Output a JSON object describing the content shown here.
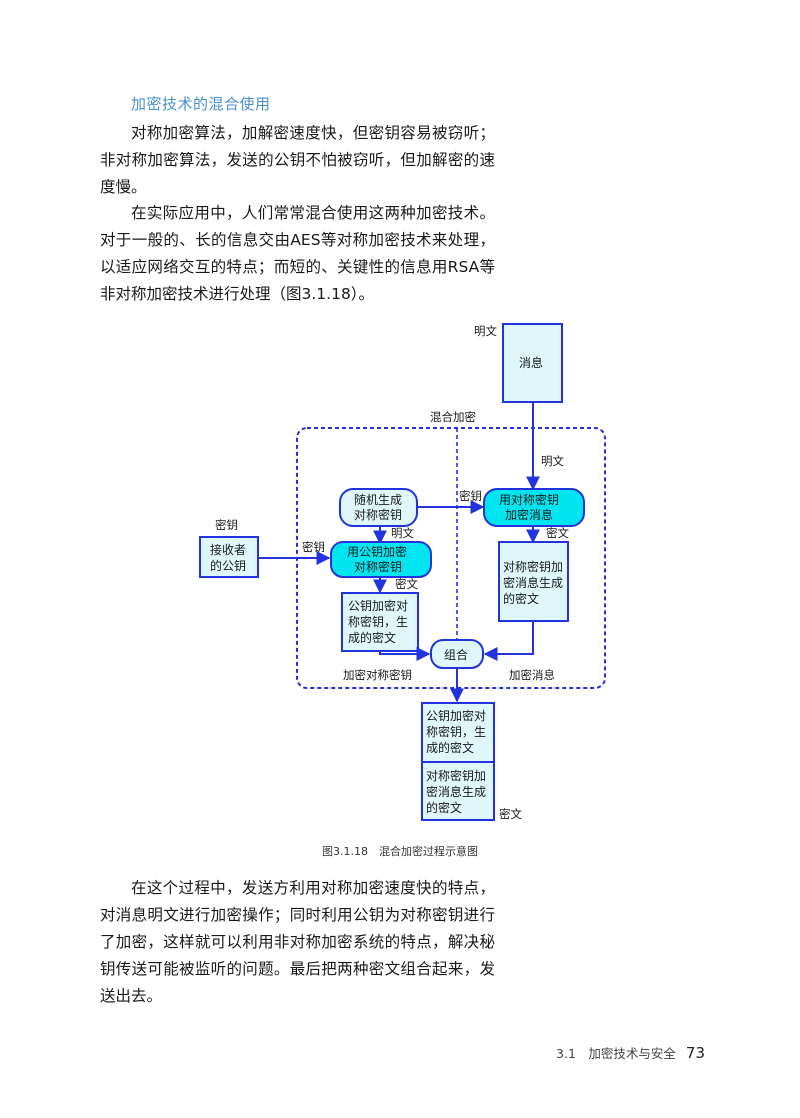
{
  "section": {
    "heading": "加密技术的混合使用"
  },
  "paragraphs": {
    "p1": "对称加密算法，加解密速度快，但密钥容易被窃听；非对称加密算法，发送的公钥不怕被窃听，但加解密的速度慢。",
    "p2": "在实际应用中，人们常常混合使用这两种加密技术。对于一般的、长的信息交由AES等对称加密技术来处理，以适应网络交互的特点；而短的、关键性的信息用RSA等非对称加密技术进行处理（图3.1.18）。",
    "p3": "在这个过程中，发送方利用对称加密速度快的特点，对消息明文进行加密操作；同时利用公钥为对称密钥进行了加密，这样就可以利用非对称加密系统的特点，解决秘钥传送可能被监听的问题。最后把两种密文组合起来，发送出去。"
  },
  "diagram": {
    "label_plaintext_top": "明文",
    "message_box": "消息",
    "hybrid_label": "混合加密",
    "label_plaintext_mid": "明文",
    "random_key": [
      "随机生成",
      "对称密钥"
    ],
    "label_key_1": "密钥",
    "encrypt_msg": [
      "用对称密钥",
      "加密消息"
    ],
    "label_plaintext_small": "明文",
    "label_ciphertext_right": "密文",
    "label_key_2": "密钥",
    "receiver_pubkey": [
      "接收者",
      "的公钥"
    ],
    "label_key_3": "密钥",
    "encrypt_key": [
      "用公钥加密",
      "对称密钥"
    ],
    "label_ciphertext_left": "密文",
    "key_cipher_box": [
      "公钥加密对",
      "称密钥，生",
      "成的密文"
    ],
    "msg_cipher_box": [
      "对称密钥加",
      "密消息生成",
      "的密文"
    ],
    "combine": "组合",
    "label_encrypt_key": "加密对称密钥",
    "label_encrypt_msg": "加密消息",
    "out_key_cipher": [
      "公钥加密对",
      "称密钥，生",
      "成的密文"
    ],
    "out_msg_cipher": [
      "对称密钥加",
      "密消息生成",
      "的密文"
    ],
    "label_ciphertext_out": "密文",
    "colors": {
      "stroke": "#2233dd",
      "fill_light": "#dff6fb",
      "fill_cyan": "#00e5f0"
    }
  },
  "caption": {
    "text": "图3.1.18　混合加密过程示意图"
  },
  "footer": {
    "section": "3.1　加密技术与安全",
    "page": "73"
  }
}
